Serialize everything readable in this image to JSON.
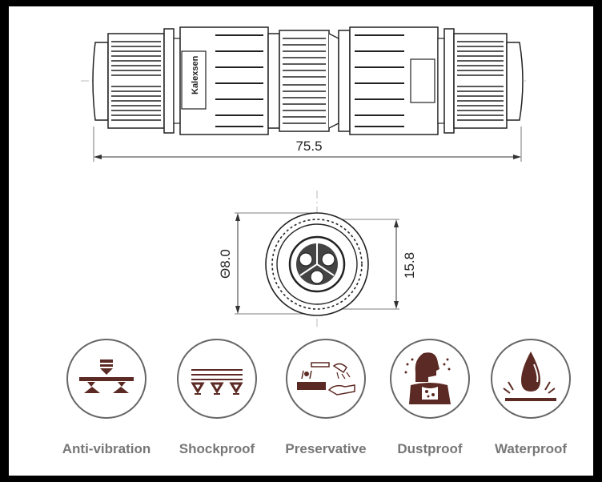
{
  "drawing": {
    "brand_mark": "Kalexsen",
    "length_dimension": "75.5",
    "height_dimension": "15.8",
    "diameter_dimension": "Θ8.0"
  },
  "features": [
    {
      "label": "Anti-vibration",
      "icon": "anti-vibration-icon"
    },
    {
      "label": "Shockproof",
      "icon": "shockproof-icon"
    },
    {
      "label": "Preservative",
      "icon": "preservative-icon"
    },
    {
      "label": "Dustproof",
      "icon": "dustproof-icon"
    },
    {
      "label": "Waterproof",
      "icon": "waterproof-icon"
    }
  ],
  "colors": {
    "icon_fill": "#5c2a24",
    "label_gray": "#777777",
    "line": "#222222"
  }
}
